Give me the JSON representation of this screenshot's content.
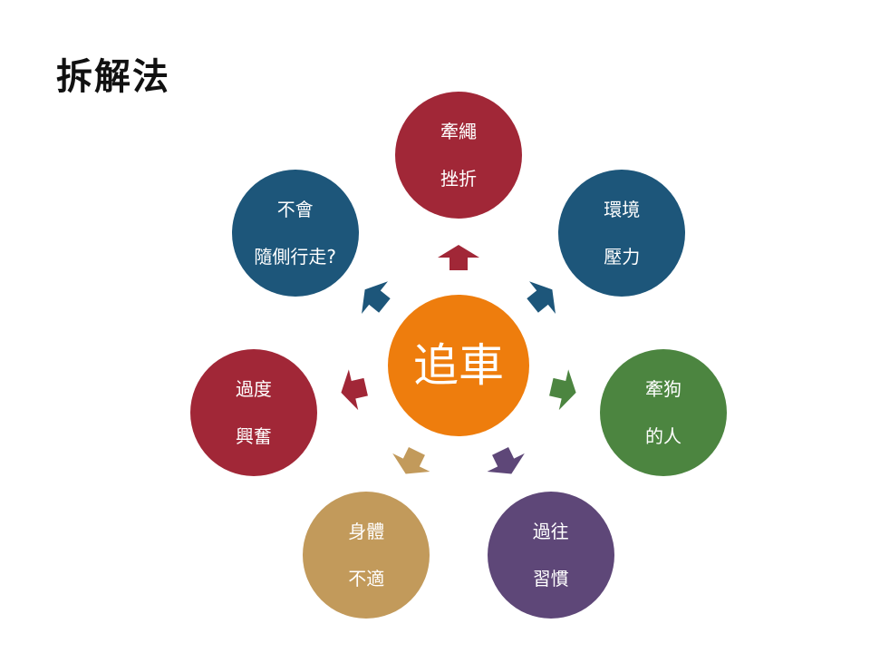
{
  "title": "拆解法",
  "center": {
    "label": "追車",
    "color": "#ee7d0d"
  },
  "nodes": [
    {
      "lines": [
        "牽繩",
        "挫折"
      ],
      "color": "#a12737",
      "angle_deg": 0
    },
    {
      "lines": [
        "環境",
        "壓力"
      ],
      "color": "#1d567a",
      "angle_deg": 51
    },
    {
      "lines": [
        "牽狗",
        "的人"
      ],
      "color": "#4c8540",
      "angle_deg": 103
    },
    {
      "lines": [
        "過往",
        "習慣"
      ],
      "color": "#5e4778",
      "angle_deg": 154
    },
    {
      "lines": [
        "身體",
        "不適"
      ],
      "color": "#c29a5b",
      "angle_deg": 206
    },
    {
      "lines": [
        "過度",
        "興奮"
      ],
      "color": "#a12737",
      "angle_deg": 257
    },
    {
      "lines": [
        "不會",
        "隨側行走?"
      ],
      "color": "#1d567a",
      "angle_deg": 309
    }
  ]
}
